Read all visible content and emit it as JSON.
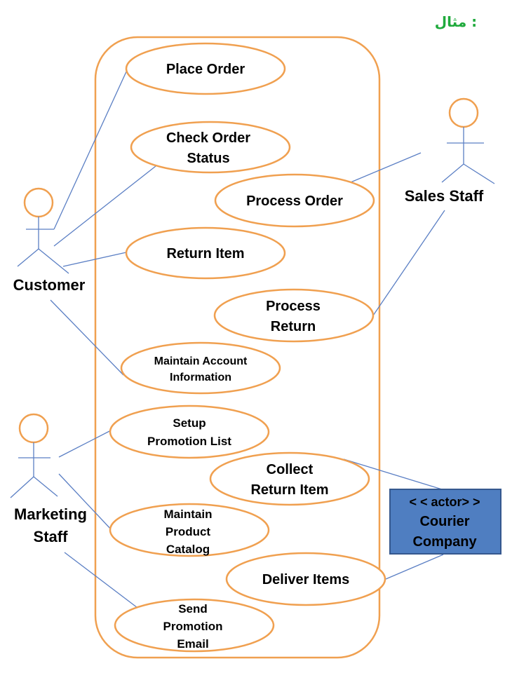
{
  "title": "مثال :",
  "colors": {
    "title": "#1faa3c",
    "outline": "#f0a050",
    "line": "#5b7fc4",
    "box_fill": "#4f7ec1",
    "box_border": "#35588e"
  },
  "actors": {
    "customer": "Customer",
    "sales_staff": "Sales Staff",
    "marketing_staff_line1": "Marketing",
    "marketing_staff_line2": "Staff"
  },
  "courier_box": {
    "line1": "< < actor> >",
    "line2": "Courier",
    "line3": "Company"
  },
  "use_cases": {
    "place_order": [
      "Place Order"
    ],
    "check_order_status": [
      "Check Order",
      "Status"
    ],
    "process_order": [
      "Process Order"
    ],
    "return_item": [
      "Return Item"
    ],
    "process_return": [
      "Process",
      "Return"
    ],
    "maintain_account": [
      "Maintain Account",
      "Information"
    ],
    "setup_promotion": [
      "Setup",
      "Promotion List"
    ],
    "collect_return": [
      "Collect",
      "Return Item"
    ],
    "maintain_catalog": [
      "Maintain",
      "Product",
      "Catalog"
    ],
    "deliver_items": [
      "Deliver Items"
    ],
    "send_promotion": [
      "Send",
      "Promotion",
      "Email"
    ]
  }
}
